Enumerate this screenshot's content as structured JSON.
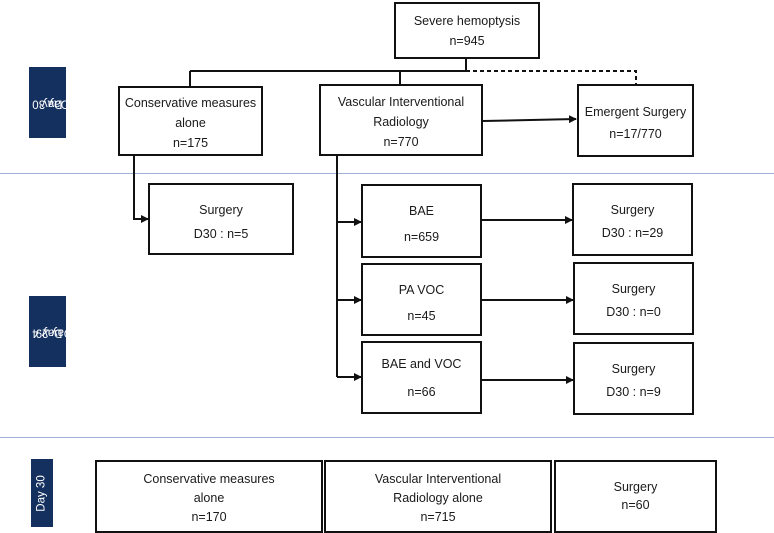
{
  "phases": [
    {
      "label_1": "Day 0 to",
      "label_2": "Day 3"
    },
    {
      "label_1": "Day 4 to",
      "label_2": "Day 29"
    },
    {
      "label_1": "Day 30",
      "label_2": ""
    }
  ],
  "root": {
    "line1": "Severe hemoptysis",
    "line2": "n=945"
  },
  "conservative": {
    "line1": "Conservative measures",
    "line2": "alone",
    "line3": "n=175"
  },
  "vir": {
    "line1": "Vascular Interventional",
    "line2": "Radiology",
    "line3": "n=770"
  },
  "emergent": {
    "line1": "Emergent Surgery",
    "line2": "n=17/770"
  },
  "cons_surgery": {
    "line1": "Surgery",
    "line2": "D30 : n=5"
  },
  "bae": {
    "line1": "BAE",
    "line2": "n=659"
  },
  "bae_surgery": {
    "line1": "Surgery",
    "line2": "D30 : n=29"
  },
  "pavoc": {
    "line1": "PA VOC",
    "line2": "n=45"
  },
  "pavoc_surgery": {
    "line1": "Surgery",
    "line2": "D30 : n=0"
  },
  "baevoc": {
    "line1": "BAE and VOC",
    "line2": "n=66"
  },
  "baevoc_surgery": {
    "line1": "Surgery",
    "line2": "D30 : n=9"
  },
  "final_conservative": {
    "line1": "Conservative measures",
    "line2": "alone",
    "line3": "n=170"
  },
  "final_vir": {
    "line1": "Vascular Interventional",
    "line2": "Radiology alone",
    "line3": "n=715"
  },
  "final_surgery": {
    "line1": "Surgery",
    "line2": "n=60"
  }
}
